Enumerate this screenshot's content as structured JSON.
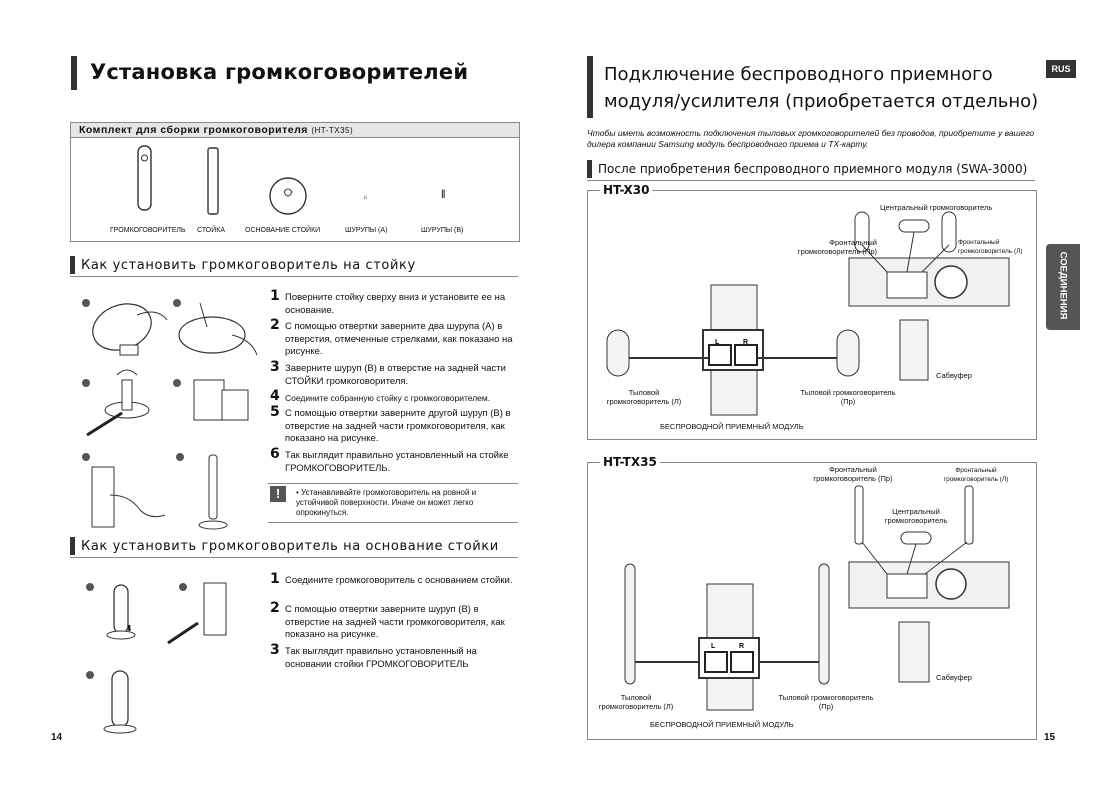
{
  "left_page": {
    "title": "Установка громкоговорителей",
    "kit": {
      "header": "Комплект для сборки громкоговорителя",
      "model": "(HT-TX35)",
      "items": [
        "ГРОМКОГОВОРИТЕЛЬ",
        "СТОЙКА",
        "ОСНОВАНИЕ СТОЙКИ",
        "ШУРУПЫ (A)",
        "ШУРУПЫ (B)"
      ]
    },
    "section1": {
      "title": "Как установить громкоговоритель на стойку",
      "steps": [
        {
          "n": "1",
          "text": "Поверните стойку сверху вниз и установите ее на основание."
        },
        {
          "n": "2",
          "text": "С помощью отвертки заверните два шурупа (A) в отверстия, отмеченные стрелками, как показано на рисунке."
        },
        {
          "n": "3",
          "text": "Заверните шуруп (B) в отверстие на задней части СТОЙКИ громкоговорителя."
        },
        {
          "n": "4",
          "text": "Соедините собранную стойку с громкоговорителем."
        },
        {
          "n": "5",
          "text": "С помощью отвертки заверните другой шуруп (B) в отверстие на задней части громкоговорителя, как показано на рисунке."
        },
        {
          "n": "6",
          "text": "Так выглядит правильно установленный на стойке ГРОМКОГОВОРИТЕЛЬ."
        }
      ],
      "note": "Устанавливайте громкоговоритель на ровной и устойчивой поверхности. Иначе он может легко опрокинуться."
    },
    "section2": {
      "title": "Как установить громкоговоритель на основание стойки",
      "steps": [
        {
          "n": "1",
          "text": "Соедините громкоговоритель с основанием стойки."
        },
        {
          "n": "2",
          "text": "С помощью отвертки заверните шуруп (B) в отверстие на задней части громкоговорителя, как показано на рисунке."
        },
        {
          "n": "3",
          "text": "Так выглядит правильно установленный на основании стойки ГРОМКОГОВОРИТЕЛЬ"
        }
      ]
    },
    "page_number": "14"
  },
  "right_page": {
    "title_line1": "Подключение беспроводного приемного",
    "title_line2": "модуля/усилителя (приобретается отдельно)",
    "lang_badge": "RUS",
    "side_tab": "СОЕДИНЕНИЯ",
    "intro": "Чтобы иметь возможность подключения тыловых громкоговорителей без проводов, приобретите у вашего дилера компании Samsung модуль беспроводного приема и TX-карту.",
    "section_title": "После приобретения беспроводного приемного модуля (SWA-3000)",
    "diagram1": {
      "model": "HT-X30",
      "center": "Центральный громкоговоритель",
      "front_right": "Фронтальный громкоговоритель (Пр)",
      "front_left": "Фронтальный громкоговоритель (Л)",
      "subwoofer": "Сабвуфер",
      "rear_left": "Тыловой громкоговоритель (Л)",
      "rear_right": "Тыловой громкоговоритель (Пр)",
      "module": "БЕСПРОВОДНОЙ ПРИЕМНЫЙ МОДУЛЬ"
    },
    "diagram2": {
      "model": "HT-TX35",
      "center": "Центральный громкоговоритель",
      "front_right": "Фронтальный громкоговоритель (Пр)",
      "front_left": "Фронтальный громкоговоритель (Л)",
      "subwoofer": "Сабвуфер",
      "rear_left": "Тыловой громкоговоритель (Л)",
      "rear_right": "Тыловой громкоговоритель (Пр)",
      "module": "БЕСПРОВОДНОЙ ПРИЕМНЫЙ МОДУЛЬ"
    },
    "page_number": "15"
  },
  "colors": {
    "accent": "#333333",
    "tab": "#555555",
    "box_header": "#e6e6e6"
  }
}
